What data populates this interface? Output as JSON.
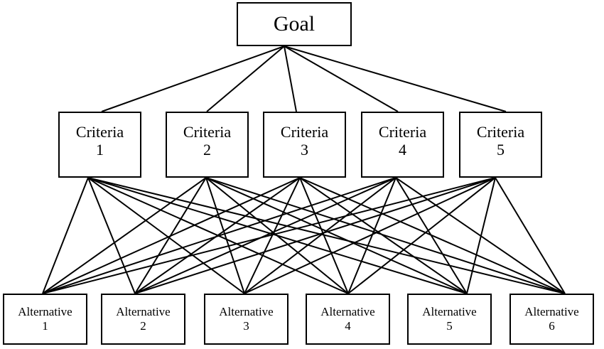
{
  "goal": {
    "label": "Goal"
  },
  "criteria": [
    {
      "name": "Criteria",
      "number": "1"
    },
    {
      "name": "Criteria",
      "number": "2"
    },
    {
      "name": "Criteria",
      "number": "3"
    },
    {
      "name": "Criteria",
      "number": "4"
    },
    {
      "name": "Criteria",
      "number": "5"
    }
  ],
  "alternatives": [
    {
      "name": "Alternative",
      "number": "1"
    },
    {
      "name": "Alternative",
      "number": "2"
    },
    {
      "name": "Alternative",
      "number": "3"
    },
    {
      "name": "Alternative",
      "number": "4"
    },
    {
      "name": "Alternative",
      "number": "5"
    },
    {
      "name": "Alternative",
      "number": "6"
    }
  ],
  "style": {
    "line_color": "#000000",
    "box_border": "#000000",
    "background": "#ffffff"
  }
}
